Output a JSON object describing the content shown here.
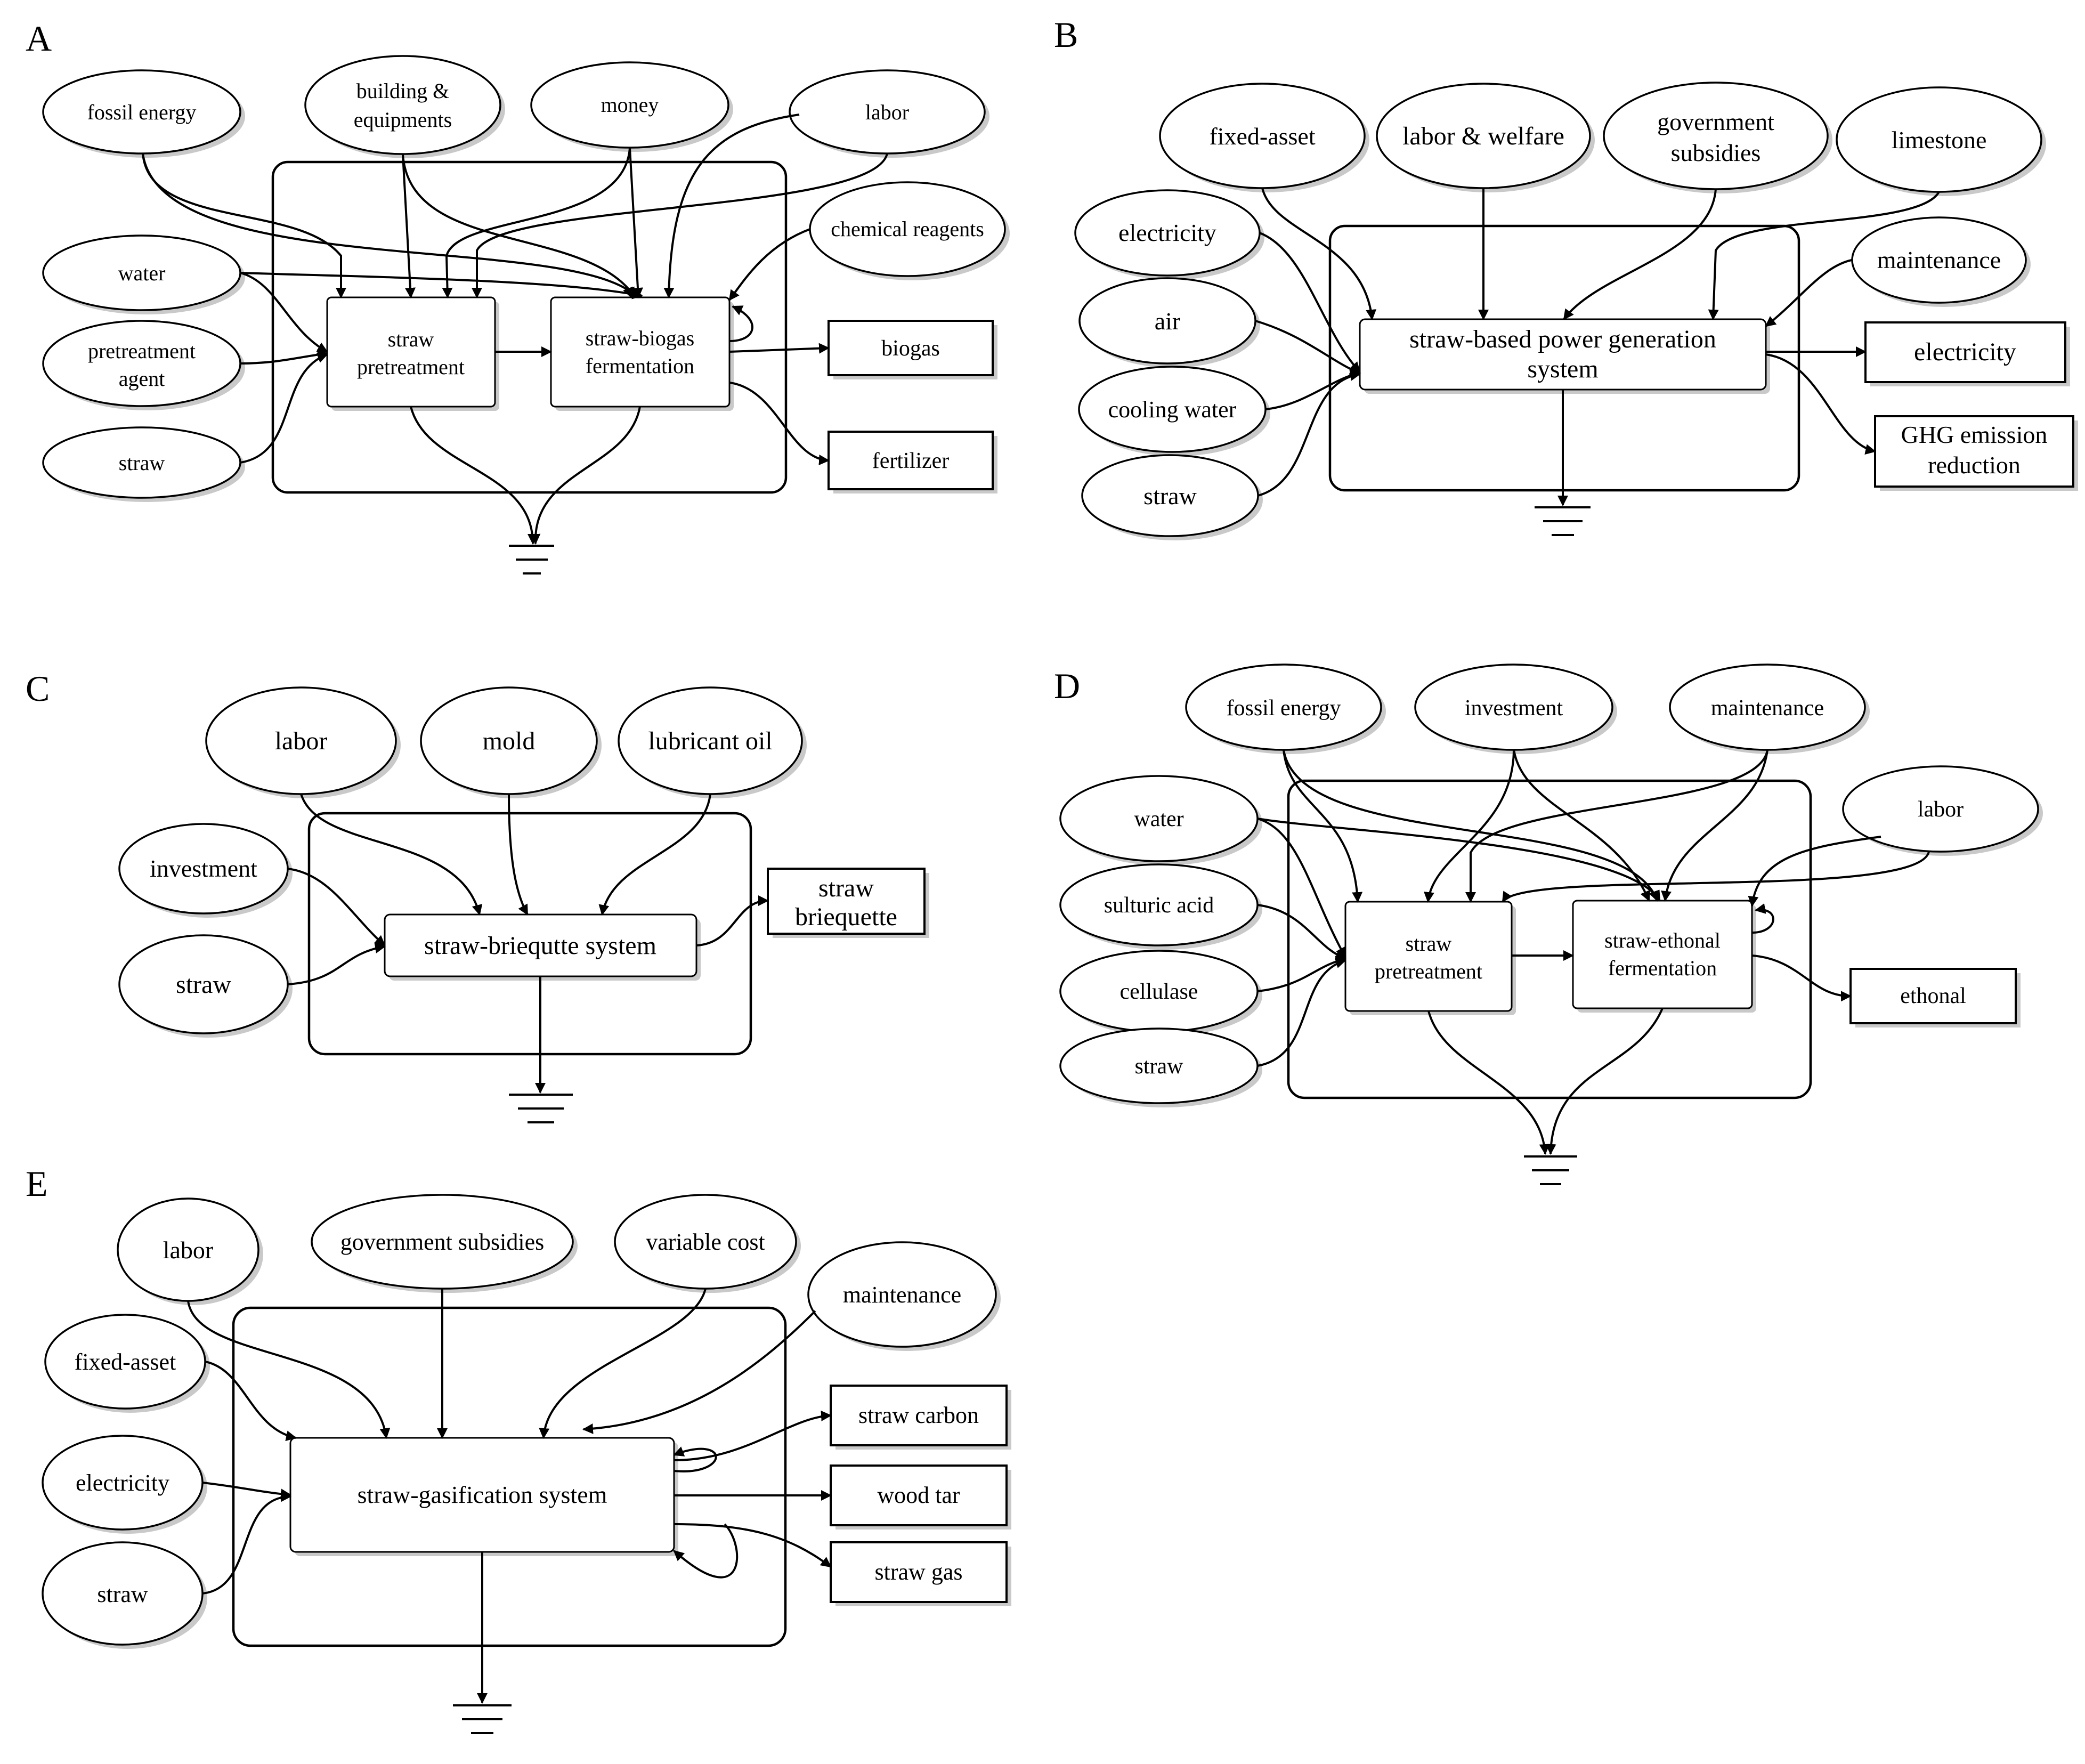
{
  "panels": {
    "A": {
      "letter": "A",
      "inputs": {
        "fossil_energy": "fossil energy",
        "building_l1": "building &",
        "building_l2": "equipments",
        "money": "money",
        "labor": "labor",
        "chemical_reagents": "chemical reagents",
        "water": "water",
        "pretreatment_l1": "pretreatment",
        "pretreatment_l2": "agent",
        "straw": "straw"
      },
      "processes": {
        "pretreat_l1": "straw",
        "pretreat_l2": "pretreatment",
        "ferment_l1": "straw-biogas",
        "ferment_l2": "fermentation"
      },
      "outputs": {
        "biogas": "biogas",
        "fertilizer": "fertilizer"
      }
    },
    "B": {
      "letter": "B",
      "inputs": {
        "fixed_asset": "fixed-asset",
        "labor_welfare": "labor & welfare",
        "gov_l1": "government",
        "gov_l2": "subsidies",
        "limestone": "limestone",
        "electricity": "electricity",
        "air": "air",
        "cooling_water": "cooling water",
        "straw": "straw",
        "maintenance": "maintenance"
      },
      "processes": {
        "system_l1": "straw-based power generation",
        "system_l2": "system"
      },
      "outputs": {
        "electricity": "electricity",
        "ghg_l1": "GHG emission",
        "ghg_l2": "reduction"
      }
    },
    "C": {
      "letter": "C",
      "inputs": {
        "labor": "labor",
        "mold": "mold",
        "lubricant_oil": "lubricant oil",
        "investment": "investment",
        "straw": "straw"
      },
      "processes": {
        "system": "straw-briequtte system"
      },
      "outputs": {
        "briq_l1": "straw",
        "briq_l2": "briequette"
      }
    },
    "D": {
      "letter": "D",
      "inputs": {
        "fossil_energy": "fossil energy",
        "investment": "investment",
        "maintenance": "maintenance",
        "labor": "labor",
        "water": "water",
        "sulfuric_acid": "sulturic acid",
        "cellulase": "cellulase",
        "straw": "straw"
      },
      "processes": {
        "pretreat_l1": "straw",
        "pretreat_l2": "pretreatment",
        "ferment_l1": "straw-ethonal",
        "ferment_l2": "fermentation"
      },
      "outputs": {
        "ethonal": "ethonal"
      }
    },
    "E": {
      "letter": "E",
      "inputs": {
        "labor": "labor",
        "gov_subsidies": "government subsidies",
        "variable_cost": "variable cost",
        "maintenance": "maintenance",
        "fixed_asset": "fixed-asset",
        "electricity": "electricity",
        "straw": "straw"
      },
      "processes": {
        "system": "straw-gasification system"
      },
      "outputs": {
        "straw_carbon": "straw carbon",
        "wood_tar": "wood tar",
        "straw_gas": "straw gas"
      }
    }
  }
}
